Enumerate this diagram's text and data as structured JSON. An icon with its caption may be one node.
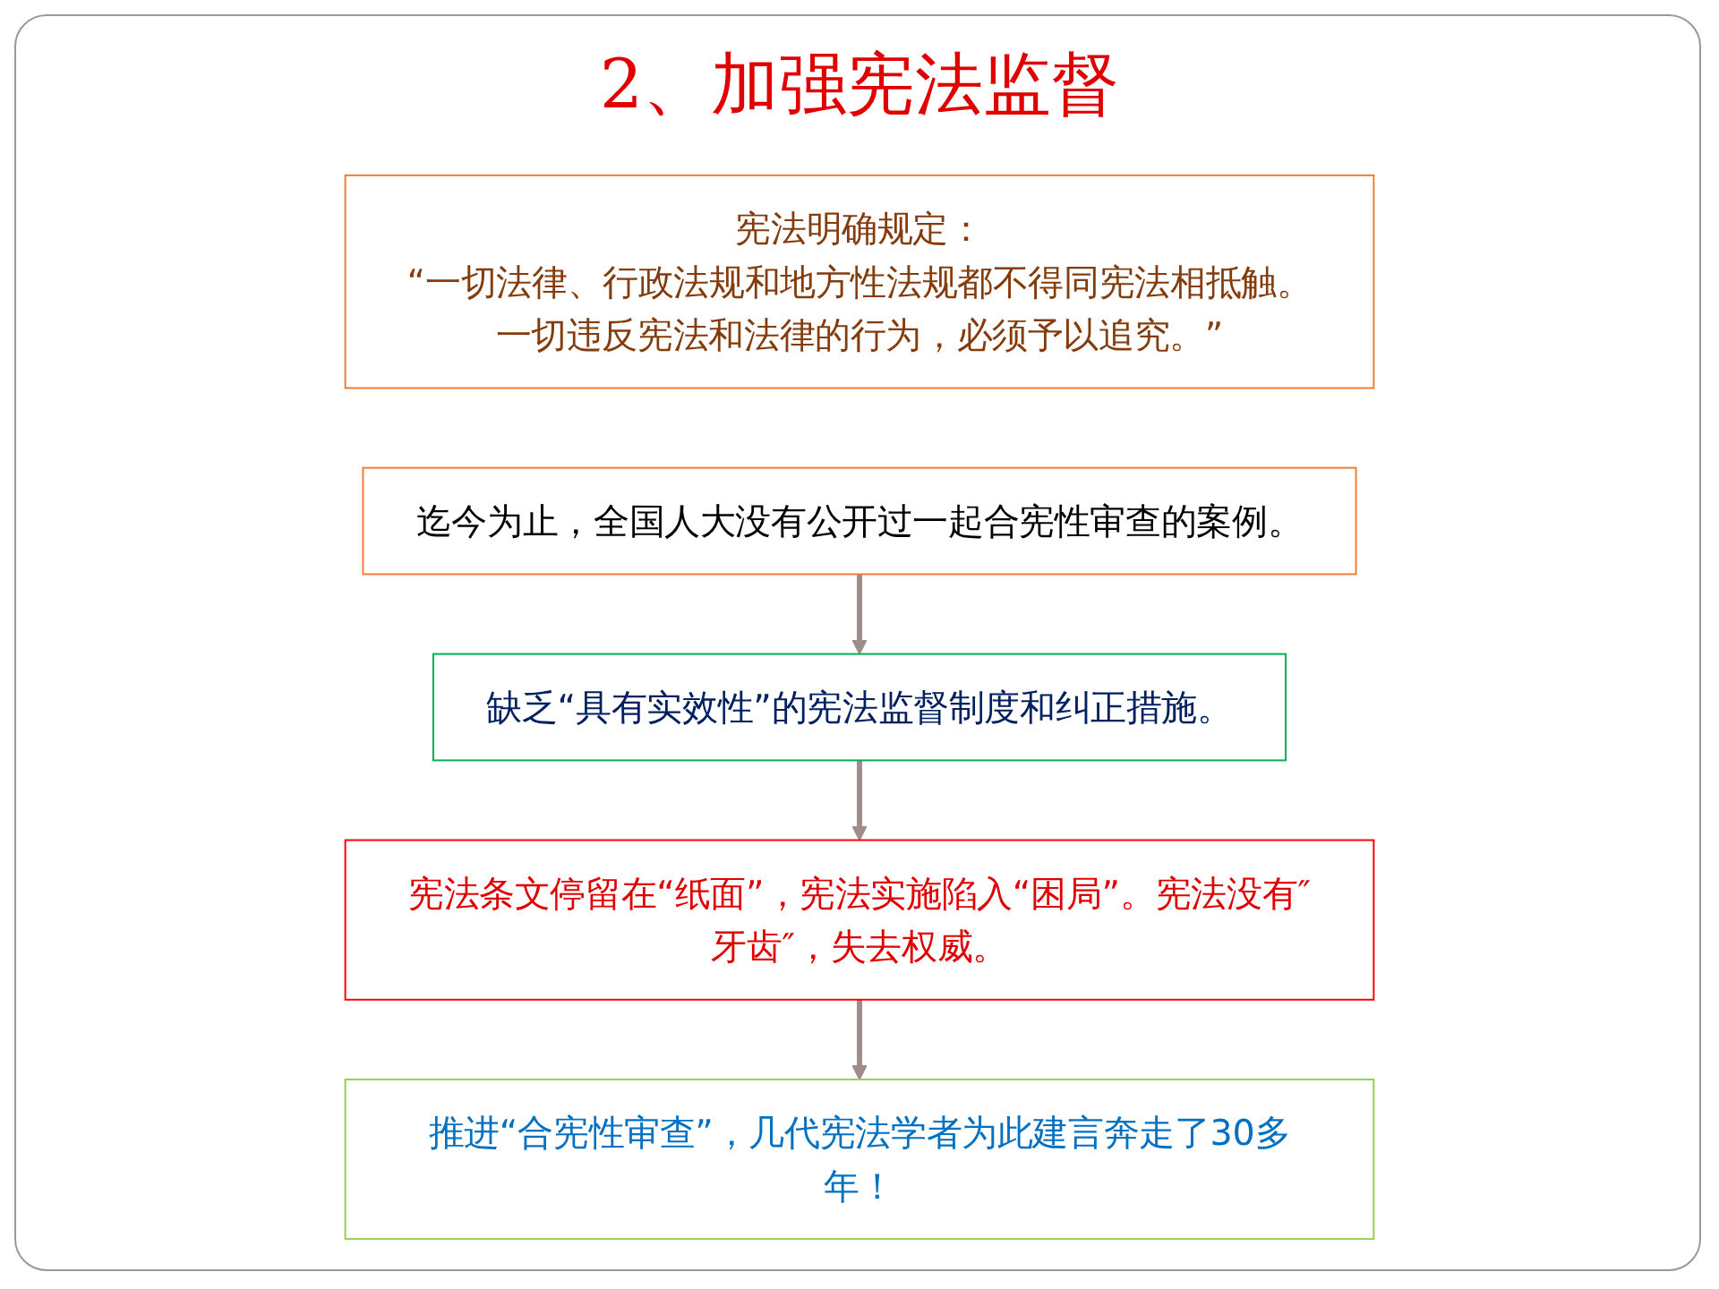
{
  "diagram": {
    "title": "2、加强宪法监督",
    "nodes": [
      {
        "text": [
          "宪法明确规定：",
          "“一切法律、行政法规和地方性法规都不得同宪法相抵触。一切违反宪法和法律的行为，必须予以追究。”"
        ]
      },
      {
        "text": [
          "迄今为止，全国人大没有公开过一起合宪性审查的案例。"
        ]
      },
      {
        "text": [
          "缺乏“具有实效性”的宪法监督制度和纠正措施。"
        ]
      },
      {
        "text": [
          "宪法条文停留在“纸面”，宪法实施陷入“困局”。宪法没有″牙齿″，失去权威。"
        ]
      },
      {
        "text": [
          "推进“合宪性审查”，几代宪法学者为此建言奔走了30多年！"
        ]
      }
    ],
    "edges": [
      {
        "from": 1,
        "to": 2,
        "arrow": "to"
      },
      {
        "from": 2,
        "to": 3,
        "arrow": "to"
      },
      {
        "from": 3,
        "to": 4,
        "arrow": "to"
      }
    ]
  }
}
